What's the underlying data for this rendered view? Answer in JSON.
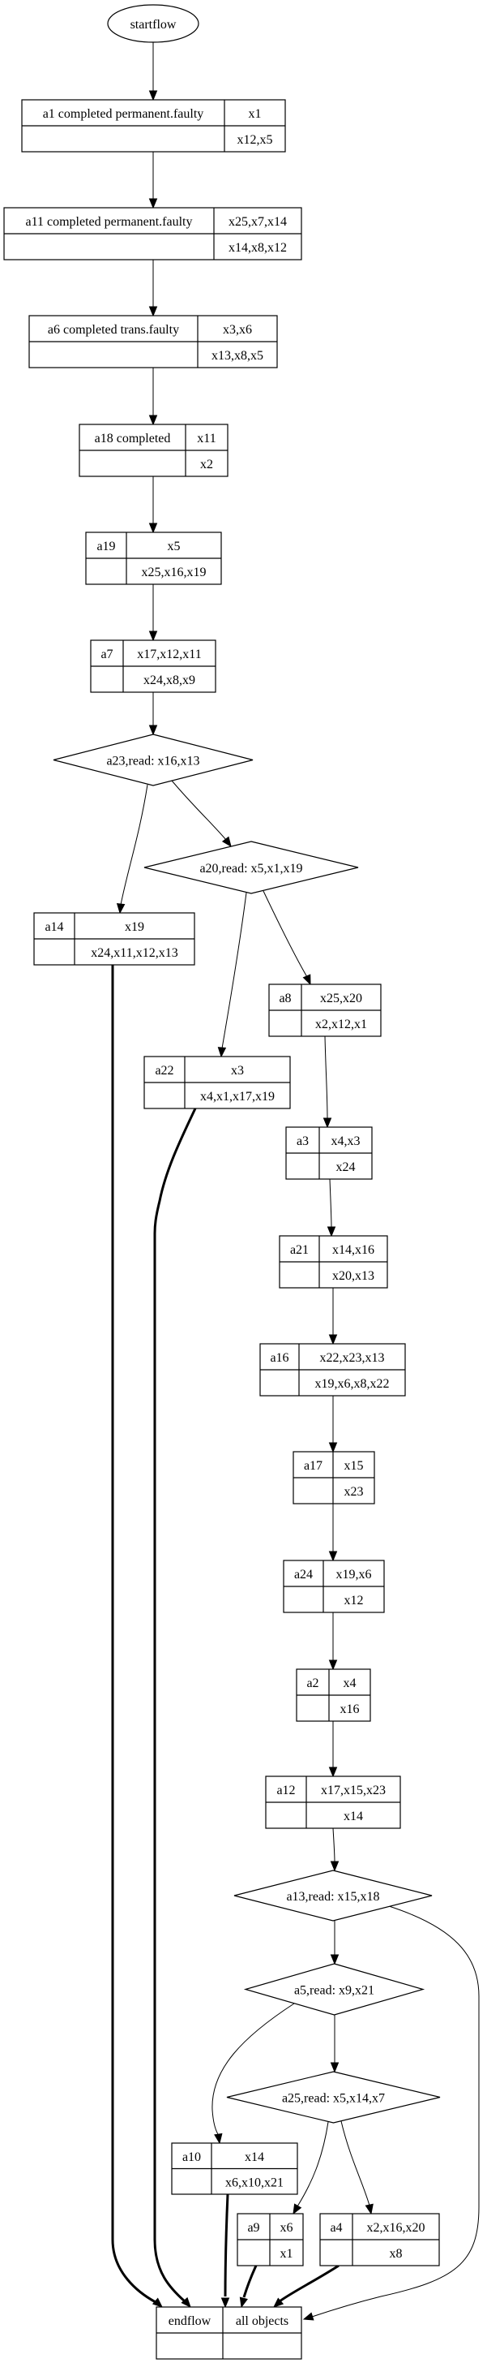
{
  "diagram": {
    "type": "flowchart",
    "nodes": [
      {
        "id": "startflow",
        "shape": "ellipse",
        "label": "startflow"
      },
      {
        "id": "a1",
        "shape": "record",
        "label": "a1  completed permanent.faulty",
        "writes": "x1",
        "reads": "x12,x5"
      },
      {
        "id": "a11",
        "shape": "record",
        "label": "a11  completed permanent.faulty",
        "writes": "x25,x7,x14",
        "reads": "x14,x8,x12"
      },
      {
        "id": "a6",
        "shape": "record",
        "label": "a6  completed trans.faulty",
        "writes": "x3,x6",
        "reads": "x13,x8,x5"
      },
      {
        "id": "a18",
        "shape": "record",
        "label": "a18 completed",
        "writes": "x11",
        "reads": "x2"
      },
      {
        "id": "a19",
        "shape": "record",
        "label": "a19",
        "writes": "x5",
        "reads": "x25,x16,x19"
      },
      {
        "id": "a7",
        "shape": "record",
        "label": "a7",
        "writes": "x17,x12,x11",
        "reads": "x24,x8,x9"
      },
      {
        "id": "a23",
        "shape": "diamond",
        "label": "a23,read: x16,x13"
      },
      {
        "id": "a20",
        "shape": "diamond",
        "label": "a20,read: x5,x1,x19"
      },
      {
        "id": "a14",
        "shape": "record",
        "label": "a14",
        "writes": "x19",
        "reads": "x24,x11,x12,x13"
      },
      {
        "id": "a8",
        "shape": "record",
        "label": "a8",
        "writes": "x25,x20",
        "reads": "x2,x12,x1"
      },
      {
        "id": "a22",
        "shape": "record",
        "label": "a22",
        "writes": "x3",
        "reads": "x4,x1,x17,x19"
      },
      {
        "id": "a3",
        "shape": "record",
        "label": "a3",
        "writes": "x4,x3",
        "reads": "x24"
      },
      {
        "id": "a21",
        "shape": "record",
        "label": "a21",
        "writes": "x14,x16",
        "reads": "x20,x13"
      },
      {
        "id": "a16",
        "shape": "record",
        "label": "a16",
        "writes": "x22,x23,x13",
        "reads": "x19,x6,x8,x22"
      },
      {
        "id": "a17",
        "shape": "record",
        "label": "a17",
        "writes": "x15",
        "reads": "x23"
      },
      {
        "id": "a24",
        "shape": "record",
        "label": "a24",
        "writes": "x19,x6",
        "reads": "x12"
      },
      {
        "id": "a2",
        "shape": "record",
        "label": "a2",
        "writes": "x4",
        "reads": "x16"
      },
      {
        "id": "a12",
        "shape": "record",
        "label": "a12",
        "writes": "x17,x15,x23",
        "reads": "x14"
      },
      {
        "id": "a13",
        "shape": "diamond",
        "label": "a13,read: x15,x18"
      },
      {
        "id": "a5",
        "shape": "diamond",
        "label": "a5,read: x9,x21"
      },
      {
        "id": "a25",
        "shape": "diamond",
        "label": "a25,read: x5,x14,x7"
      },
      {
        "id": "a10",
        "shape": "record",
        "label": "a10",
        "writes": "x14",
        "reads": "x6,x10,x21"
      },
      {
        "id": "a9",
        "shape": "record",
        "label": "a9",
        "writes": "x6",
        "reads": "x1"
      },
      {
        "id": "a4",
        "shape": "record",
        "label": "a4",
        "writes": "x2,x16,x20",
        "reads": "x8"
      },
      {
        "id": "endflow",
        "shape": "record",
        "label": "endflow",
        "writes": "all objects",
        "reads": ""
      }
    ],
    "edges": [
      {
        "from": "startflow",
        "to": "a1",
        "style": "normal"
      },
      {
        "from": "a1",
        "to": "a11",
        "style": "normal"
      },
      {
        "from": "a11",
        "to": "a6",
        "style": "normal"
      },
      {
        "from": "a6",
        "to": "a18",
        "style": "normal"
      },
      {
        "from": "a18",
        "to": "a19",
        "style": "normal"
      },
      {
        "from": "a19",
        "to": "a7",
        "style": "normal"
      },
      {
        "from": "a7",
        "to": "a23",
        "style": "normal"
      },
      {
        "from": "a23",
        "to": "a14",
        "style": "thin"
      },
      {
        "from": "a23",
        "to": "a20",
        "style": "thin"
      },
      {
        "from": "a20",
        "to": "a22",
        "style": "thin"
      },
      {
        "from": "a20",
        "to": "a8",
        "style": "thin"
      },
      {
        "from": "a8",
        "to": "a3",
        "style": "normal"
      },
      {
        "from": "a3",
        "to": "a21",
        "style": "normal"
      },
      {
        "from": "a21",
        "to": "a16",
        "style": "normal"
      },
      {
        "from": "a16",
        "to": "a17",
        "style": "normal"
      },
      {
        "from": "a17",
        "to": "a24",
        "style": "normal"
      },
      {
        "from": "a24",
        "to": "a2",
        "style": "normal"
      },
      {
        "from": "a2",
        "to": "a12",
        "style": "normal"
      },
      {
        "from": "a12",
        "to": "a13",
        "style": "normal"
      },
      {
        "from": "a13",
        "to": "a5",
        "style": "normal"
      },
      {
        "from": "a13",
        "to": "endflow",
        "style": "thin"
      },
      {
        "from": "a5",
        "to": "a10",
        "style": "thin"
      },
      {
        "from": "a5",
        "to": "a25",
        "style": "normal"
      },
      {
        "from": "a25",
        "to": "a9",
        "style": "thin"
      },
      {
        "from": "a25",
        "to": "a4",
        "style": "thin"
      },
      {
        "from": "a14",
        "to": "endflow",
        "style": "bold"
      },
      {
        "from": "a22",
        "to": "endflow",
        "style": "bold"
      },
      {
        "from": "a10",
        "to": "endflow",
        "style": "bold"
      },
      {
        "from": "a9",
        "to": "endflow",
        "style": "bold"
      },
      {
        "from": "a4",
        "to": "endflow",
        "style": "bold"
      }
    ]
  }
}
